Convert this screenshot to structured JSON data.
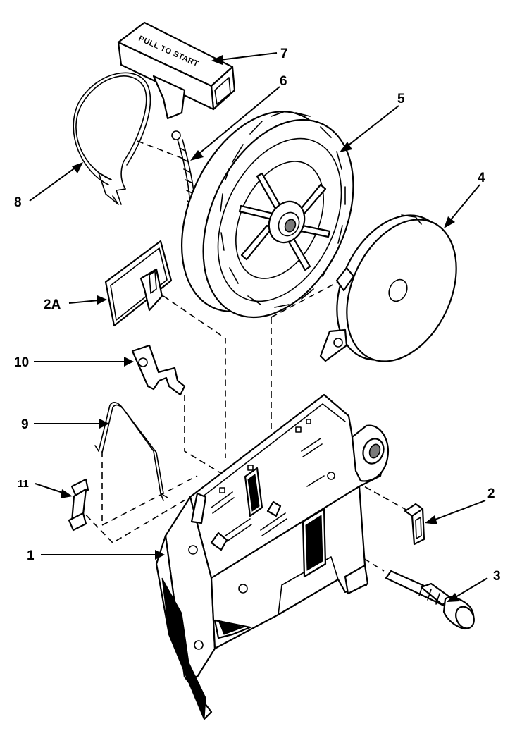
{
  "handle_text": "PULL TO START",
  "callouts": {
    "c1": "1",
    "c2": "2",
    "c2a": "2A",
    "c3": "3",
    "c4": "4",
    "c5": "5",
    "c6": "6",
    "c7": "7",
    "c8": "8",
    "c9": "9",
    "c10": "10",
    "c11": "11"
  }
}
